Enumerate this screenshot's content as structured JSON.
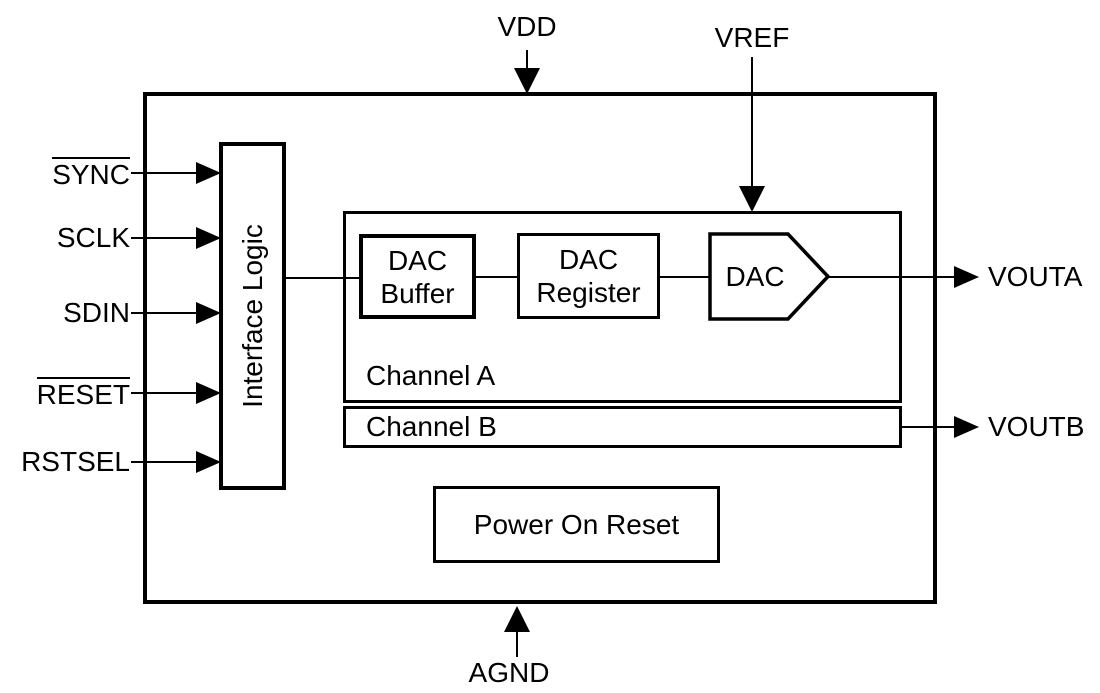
{
  "pins": {
    "vdd": "VDD",
    "vref": "VREF",
    "agnd": "AGND"
  },
  "inputs": [
    {
      "label": "SYNC",
      "overline": true
    },
    {
      "label": "SCLK",
      "overline": false
    },
    {
      "label": "SDIN",
      "overline": false
    },
    {
      "label": "RESET",
      "overline": true
    },
    {
      "label": "RSTSEL",
      "overline": false
    }
  ],
  "outputs": [
    {
      "label": "VOUTA"
    },
    {
      "label": "VOUTB"
    }
  ],
  "blocks": {
    "interface_logic": {
      "label": "Interface Logic"
    },
    "dac_buffer": {
      "line1": "DAC",
      "line2": "Buffer"
    },
    "dac_register": {
      "line1": "DAC",
      "line2": "Register"
    },
    "dac": {
      "label": "DAC"
    },
    "channel_a": {
      "label": "Channel A"
    },
    "channel_b": {
      "label": "Channel B"
    },
    "power_on_reset": {
      "label": "Power On Reset"
    }
  },
  "colors": {
    "line": "#000000",
    "background": "#ffffff",
    "text": "#000000"
  }
}
